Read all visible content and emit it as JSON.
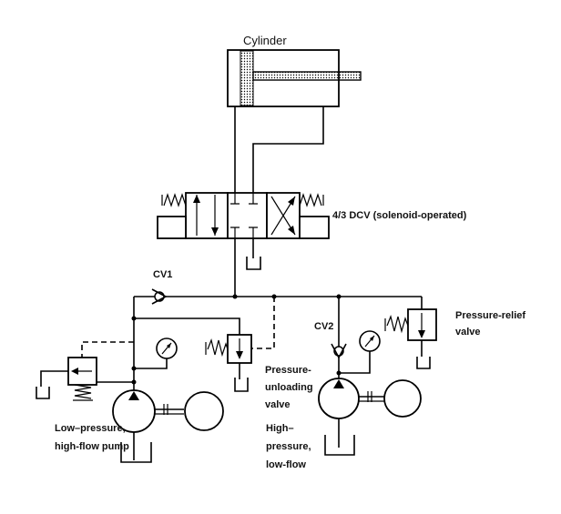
{
  "labels": {
    "cylinder": "Cylinder",
    "dcv": "4/3 DCV (solenoid-operated)",
    "cv1": "CV1",
    "cv2": "CV2",
    "relief_1": "Pressure-relief",
    "relief_2": "valve",
    "unloading_1": "Pressure-",
    "unloading_2": "unloading",
    "unloading_3": "valve",
    "lp_pump_1": "Low–pressure,",
    "lp_pump_2": "high-flow pump",
    "hp_pump_1": "High–",
    "hp_pump_2": "pressure,",
    "hp_pump_3": "low-flow"
  }
}
